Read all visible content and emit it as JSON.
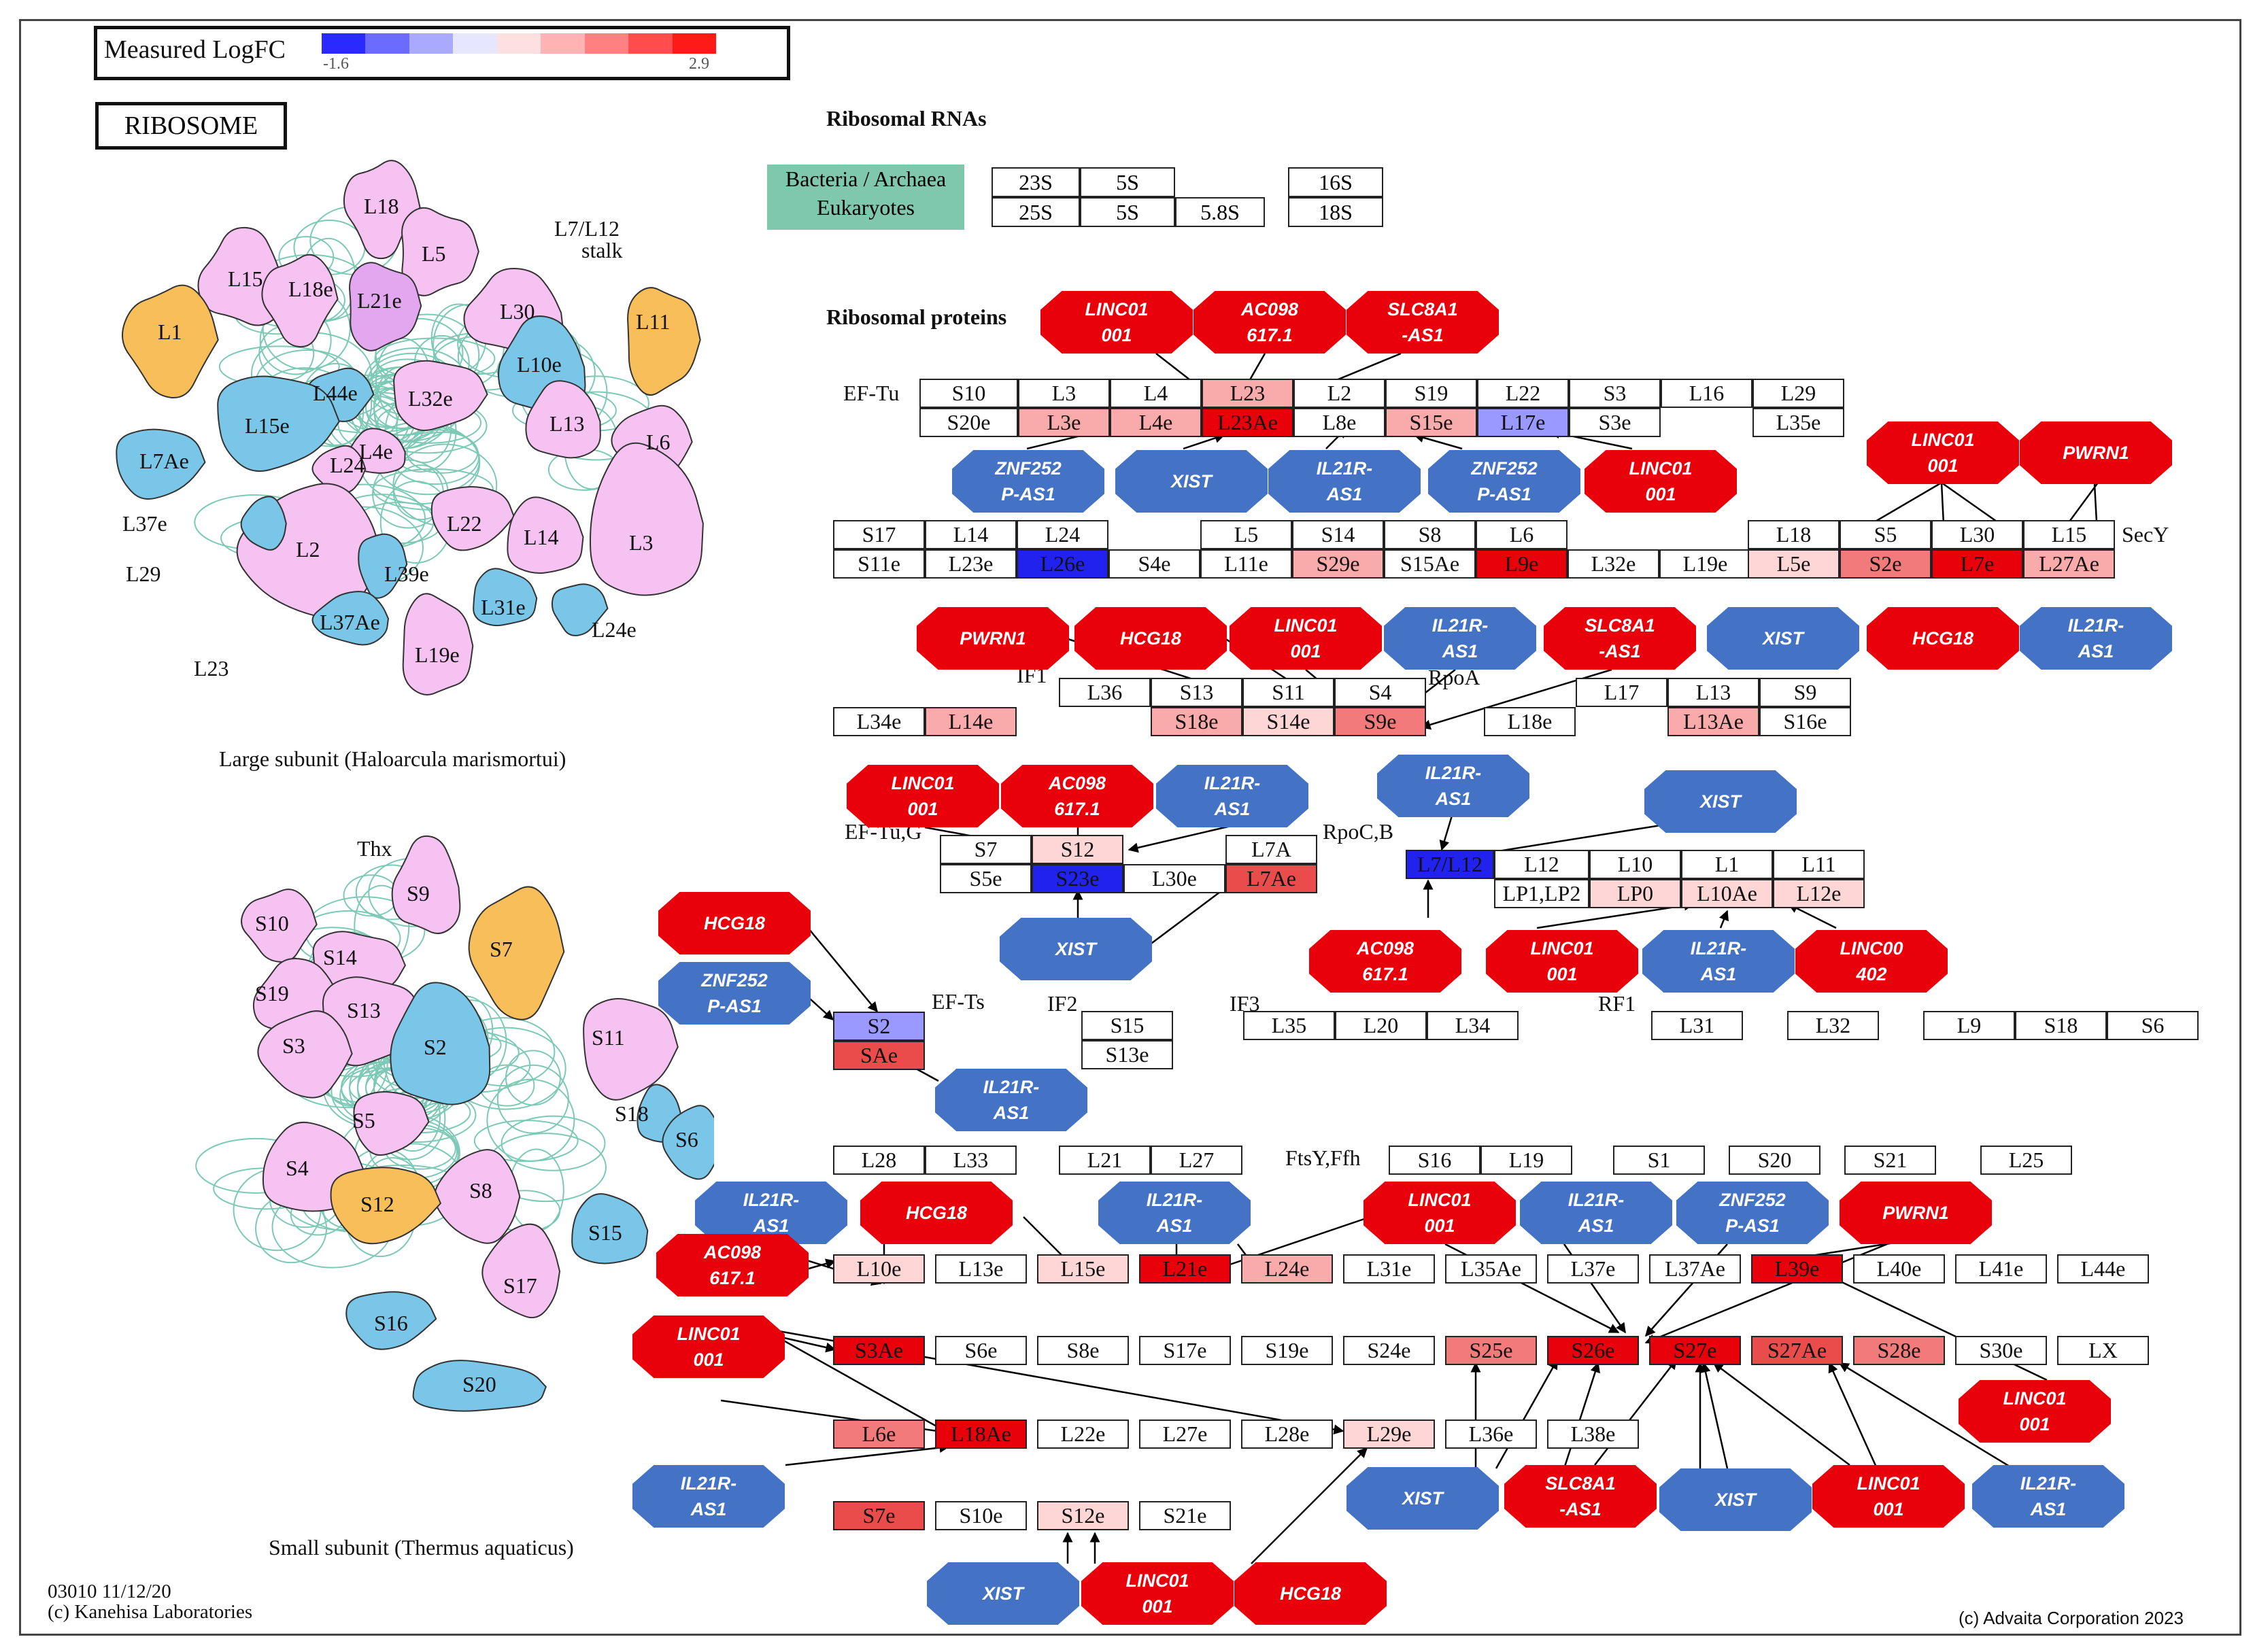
{
  "legend": {
    "title": "Measured LogFC",
    "min": "-1.6",
    "max": "2.9",
    "colors": [
      "#2a2aff",
      "#6b6bff",
      "#a9a9ff",
      "#e6e6ff",
      "#ffe0e0",
      "#ffb3b3",
      "#ff8080",
      "#ff4d4d",
      "#ff1a1a"
    ]
  },
  "pathway_title": "RIBOSOME",
  "footer": {
    "id_date": "03010 11/12/20",
    "kegg_copyright": "(c) Kanehisa Laboratories",
    "advaita_copyright": "(c) Advaita Corporation 2023"
  },
  "large_subunit": {
    "caption": "Large subunit (Haloarcula marismortui)",
    "labels": [
      "L18",
      "L5",
      "L7/L12",
      "stalk",
      "L15",
      "L18e",
      "L21e",
      "L30",
      "L1",
      "L11",
      "L10e",
      "L44e",
      "L32e",
      "L13",
      "L6",
      "L15e",
      "L4e",
      "L24",
      "L7Ae",
      "L37e",
      "L22",
      "L14",
      "L3",
      "L29",
      "L2",
      "L39e",
      "L31e",
      "L37Ae",
      "L24e",
      "L23",
      "L19e"
    ]
  },
  "small_subunit": {
    "caption": "Small subunit (Thermus aquaticus)",
    "labels": [
      "Thx",
      "S10",
      "S9",
      "S14",
      "S7",
      "S19",
      "S13",
      "S3",
      "S2",
      "S11",
      "S18",
      "S6",
      "S5",
      "S4",
      "S8",
      "S12",
      "S15",
      "S17",
      "S16",
      "S20"
    ]
  },
  "rrna": {
    "heading": "Ribosomal RNAs",
    "organisms": [
      "Bacteria / Archaea",
      "Eukaryotes"
    ],
    "bacteria": [
      "23S",
      "5S",
      "16S"
    ],
    "eukaryotes": [
      "25S",
      "5S",
      "5.8S",
      "18S"
    ]
  },
  "proteins_heading": "Ribosomal proteins",
  "side_labels": [
    "EF-Tu",
    "SecY",
    "IF1",
    "RpoA",
    "EF-Tu,G",
    "RpoC,B",
    "EF-Ts",
    "IF2",
    "IF3",
    "RF1",
    "FtsY,Ffh"
  ],
  "gene_names": [
    "S10",
    "L3",
    "L4",
    "L23",
    "L2",
    "S19",
    "L22",
    "S3",
    "L16",
    "L29",
    "S20e",
    "L3e",
    "L4e",
    "L23Ae",
    "L8e",
    "S15e",
    "L17e",
    "S3e",
    "L35e",
    "S17",
    "L14",
    "L24",
    "L5",
    "S14",
    "S8",
    "L6",
    "S11e",
    "L23e",
    "L26e",
    "S4e",
    "L11e",
    "S29e",
    "S15Ae",
    "L9e",
    "L32e",
    "L19e",
    "L18",
    "S5",
    "L30",
    "L15",
    "L5e",
    "S2e",
    "L7e",
    "L27Ae",
    "L36",
    "S13",
    "S11",
    "S4",
    "L34e",
    "L14e",
    "S18e",
    "S14e",
    "S9e",
    "L17",
    "L13",
    "S9",
    "L18e",
    "L13Ae",
    "S16e",
    "S7",
    "S12",
    "L7A",
    "S5e",
    "S23e",
    "L30e",
    "L7Ae",
    "L7/L12",
    "L12",
    "L10",
    "L1",
    "L11",
    "LP1,LP2",
    "LP0",
    "L10Ae",
    "L12e",
    "S2",
    "SAe",
    "S15",
    "S13e",
    "L35",
    "L20",
    "L34",
    "L31",
    "L32",
    "L9",
    "S18",
    "S6",
    "L28",
    "L33",
    "L21",
    "L27",
    "S16",
    "L19",
    "S1",
    "S20",
    "S21",
    "L25",
    "L10e",
    "L13e",
    "L15e",
    "L21e",
    "L24e",
    "L31e",
    "L35Ae",
    "L37e",
    "L37Ae",
    "L39e",
    "L40e",
    "L41e",
    "L44e",
    "S3Ae",
    "S6e",
    "S8e",
    "S17e",
    "S19e",
    "S24e",
    "S25e",
    "S26e",
    "S27e",
    "S27Ae",
    "S28e",
    "S30e",
    "LX",
    "L6e",
    "L18Ae",
    "L22e",
    "L27e",
    "L28e",
    "L29e",
    "L36e",
    "L38e",
    "S7e",
    "S10e",
    "S12e",
    "S21e"
  ],
  "regulators": [
    "LINC01\n001",
    "AC098\n617.1",
    "SLC8A1\n-AS1",
    "ZNF252\nP-AS1",
    "XIST",
    "IL21R-\nAS1",
    "PWRN1",
    "HCG18",
    "LINC00\n402"
  ]
}
